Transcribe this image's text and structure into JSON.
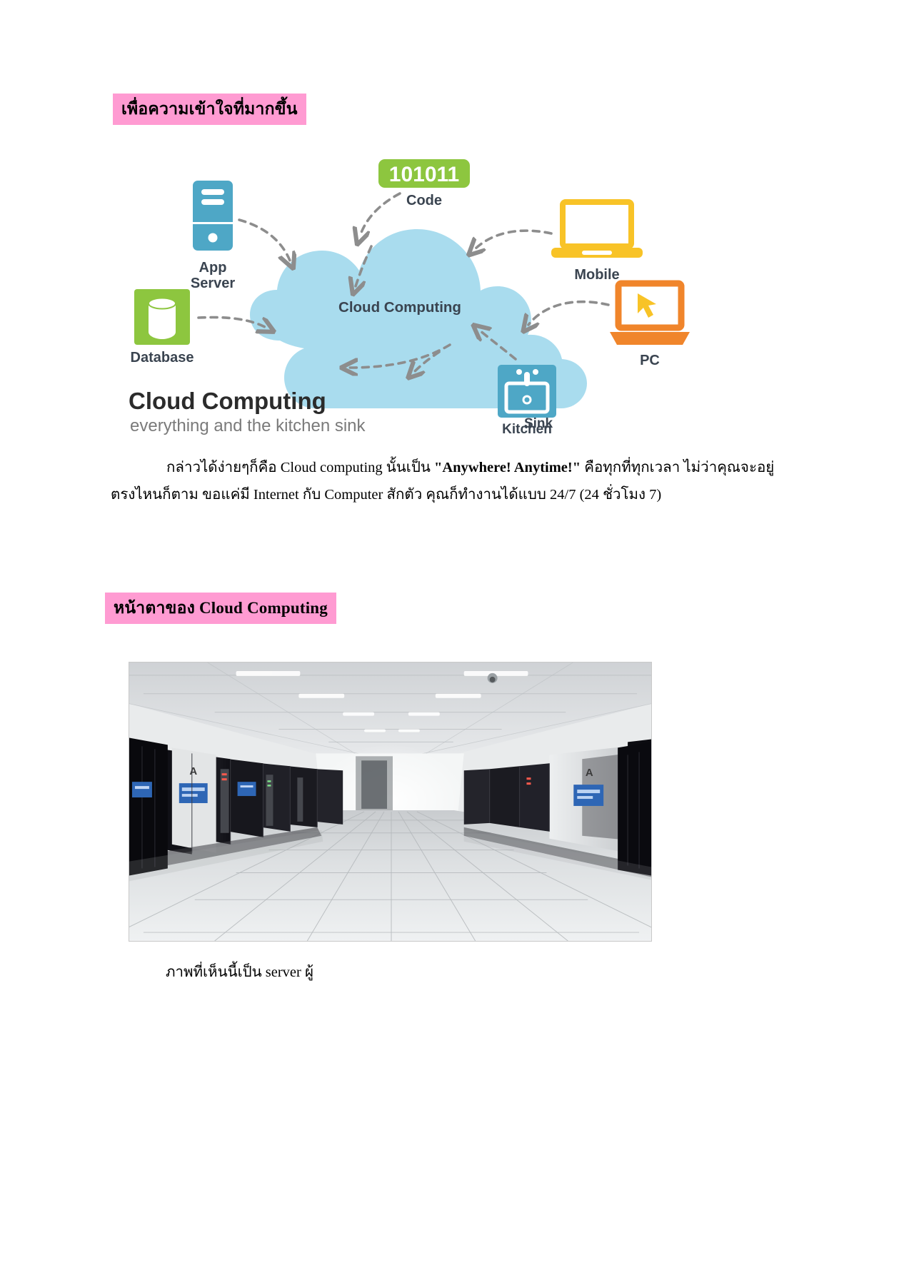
{
  "document": {
    "headings": [
      {
        "id": "heading-one",
        "text": "เพื่อความเข้าใจที่มากขึ้น",
        "highlight_color": "#FF9BD2"
      },
      {
        "id": "heading-two",
        "text": "หน้าตาของ Cloud Computing",
        "highlight_color": "#FF9BD2"
      }
    ],
    "paragraph": {
      "line1_pre": "กล่าวได้ง่ายๆก็คือ Cloud computing นั้นเป็น ",
      "line1_quote": "\"Anywhere! Anytime!\"",
      "line1_post": " คือทุกที่ทุกเวลา",
      "line2": "ไม่ว่าคุณจะอยู่ตรงไหนก็ตาม ขอแค่มี Internet  กับ Computer สักตัว คุณก็ทำงานได้แบบ 24/7 (24",
      "line3": "ชั่วโมง 7)"
    },
    "photo_caption": "ภาพที่เห็นนี้เป็น server ผู้"
  },
  "infographic": {
    "title": "Cloud Computing",
    "subtitle": "everything and the kitchen sink",
    "cloud_label": "Cloud Computing",
    "cloud_color": "#A9DCEE",
    "arrow_color": "#8D8D8D",
    "title_color": "#2B2B2B",
    "subtitle_color": "#7A7A7A",
    "label_color": "#3A4450",
    "nodes": [
      {
        "name": "app-server",
        "label": "App\nServer",
        "label_line1": "App",
        "label_line2": "Server",
        "color": "#4EA7C6",
        "icon": "server-tower-icon"
      },
      {
        "name": "database",
        "label": "Database",
        "color": "#8DC63F",
        "icon": "database-cylinder-icon"
      },
      {
        "name": "code",
        "label": "Code",
        "badge_text": "101011",
        "color": "#8DC63F",
        "icon": "binary-code-icon"
      },
      {
        "name": "mobile",
        "label": "Mobile",
        "color": "#F8C327",
        "icon": "laptop-icon"
      },
      {
        "name": "pc",
        "label": "PC",
        "color": "#F0852B",
        "icon": "desktop-monitor-icon"
      },
      {
        "name": "kitchen-sink",
        "label_line1": "Kitchen",
        "label_line2": "Sink",
        "color": "#4EA7C6",
        "icon": "kitchen-sink-icon"
      }
    ]
  },
  "server_photo": {
    "alt": "data-center-server-room",
    "floor_color": "#E8E9EA",
    "rack_color": "#15151A",
    "ceiling_color": "#D8DADC",
    "accent_panel_color": "#2E66B5"
  }
}
